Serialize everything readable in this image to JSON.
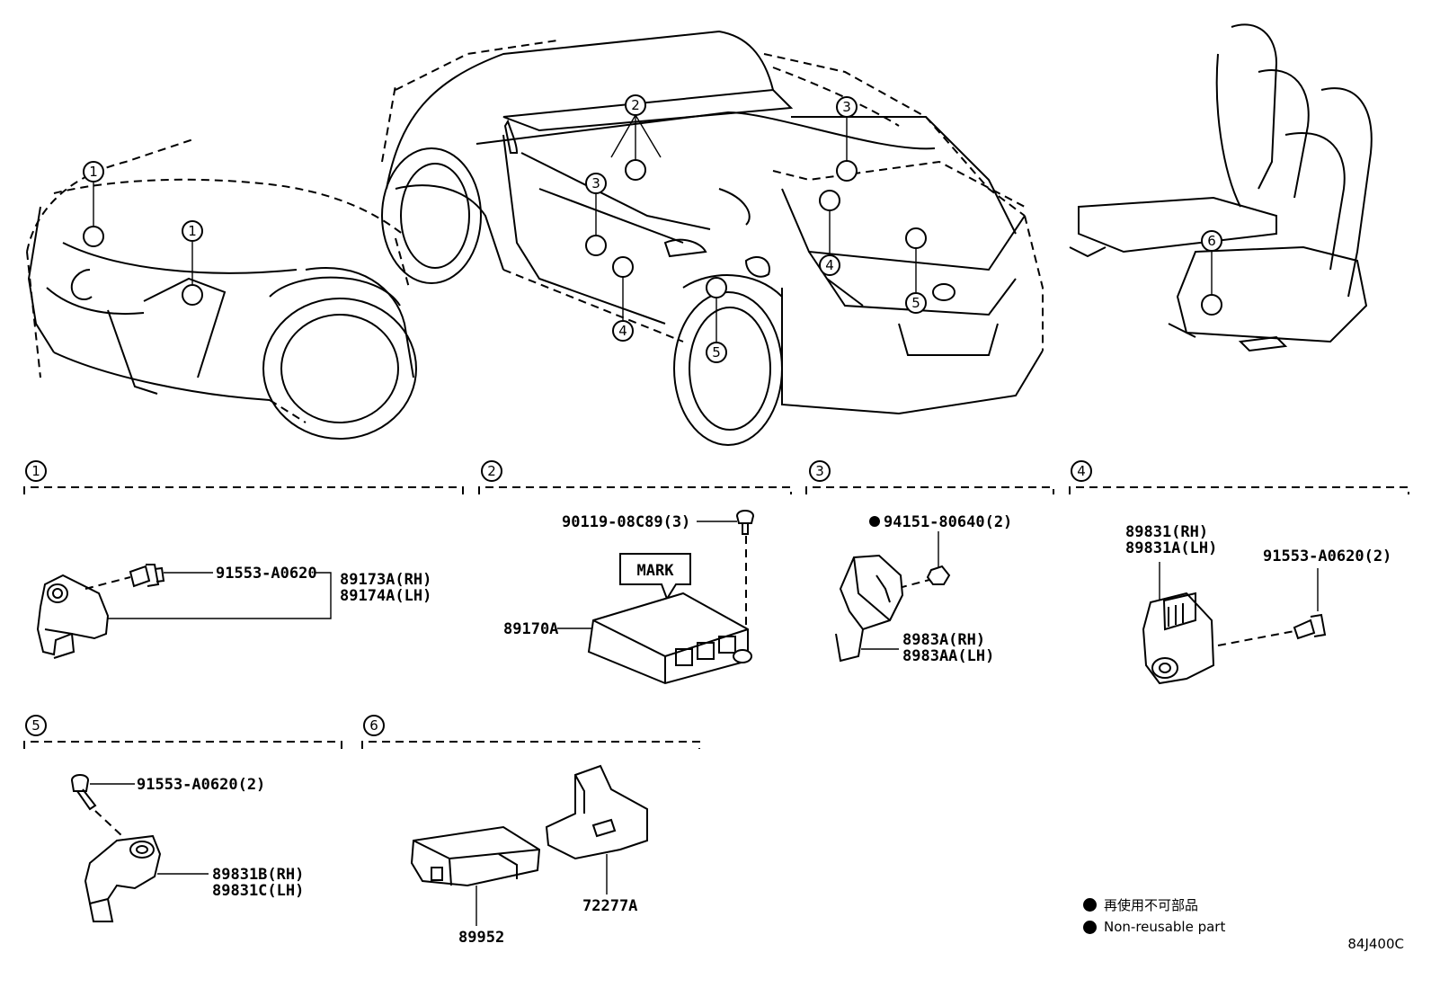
{
  "section_numbers": [
    "1",
    "2",
    "3",
    "4",
    "5",
    "6"
  ],
  "callouts": {
    "front_1a": "1",
    "front_1b": "1",
    "car_2": "2",
    "car_3a": "3",
    "car_3b": "3",
    "car_4a": "4",
    "car_4b": "4",
    "car_5a": "5",
    "car_5b": "5",
    "seat_6": "6"
  },
  "parts": {
    "s1_bolt": "91553-A0620",
    "s1_sensor_rh": "89173A(RH)",
    "s1_sensor_lh": "89174A(LH)",
    "s2_bolt": "90119-08C89(3)",
    "s2_mark": "MARK",
    "s2_ecu": "89170A",
    "s3_nut": "94151-80640(2)",
    "s3_sensor_rh": "8983A(RH)",
    "s3_sensor_lh": "8983AA(LH)",
    "s4_sensor_rh": "89831(RH)",
    "s4_sensor_lh": "89831A(LH)",
    "s4_bolt": "91553-A0620(2)",
    "s5_bolt": "91553-A0620(2)",
    "s5_sensor_rh": "89831B(RH)",
    "s5_sensor_lh": "89831C(LH)",
    "s6_module": "89952",
    "s6_bracket": "72277A"
  },
  "legend": {
    "jp": "再使用不可部品",
    "en": "Non-reusable part"
  },
  "figure_code": "84J400C"
}
